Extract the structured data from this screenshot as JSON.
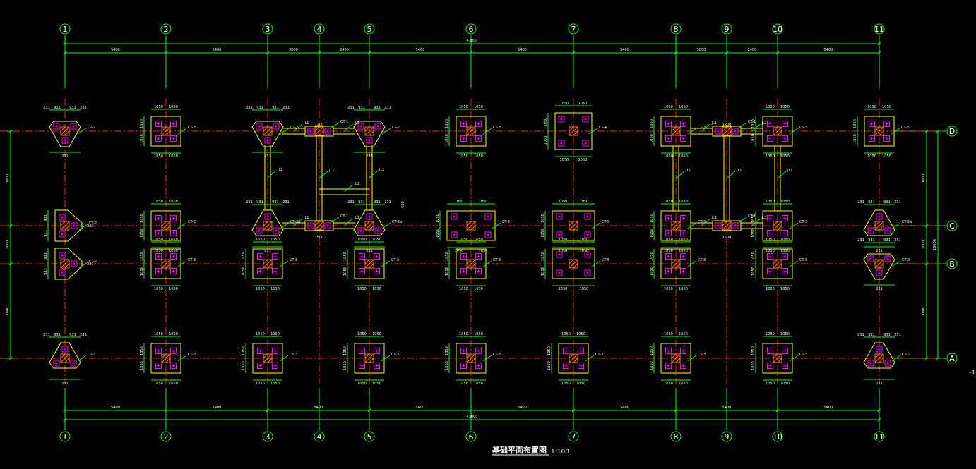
{
  "drawing": {
    "title": "基础平面布置图",
    "scale": "1:100",
    "edge_mark": "-1.",
    "colors": {
      "background": "#000000",
      "grid_line": "#00ff00",
      "axis_line": "#ff2020",
      "footing": "#ffff00",
      "pile": "#ff00ff",
      "cap_hatch": "#ff8000",
      "text": "#ffffff"
    }
  },
  "grid": {
    "columns": [
      "1",
      "2",
      "3",
      "4",
      "5",
      "6",
      "7",
      "8",
      "9",
      "10",
      "11"
    ],
    "rows": [
      "D",
      "C",
      "B",
      "A"
    ],
    "overall_dim": "43800",
    "top_dims": [
      "5400",
      "5400",
      "3000",
      "2400",
      "5400",
      "5400",
      "5400",
      "3000",
      "2400",
      "5400"
    ],
    "bottom_dims": [
      "5400",
      "5400",
      "5400",
      "5400",
      "5400",
      "5400",
      "5400",
      "5400"
    ],
    "right_dims": [
      "7800",
      "3000",
      "7800"
    ],
    "right_total": "18600",
    "left_dims": [
      "7800",
      "3000",
      "7800"
    ]
  },
  "labels": {
    "cap_small": "CT-3",
    "cap_tri": "CT-2",
    "cap_tri_a": "CT-2a",
    "cap_big": "CT-5",
    "cap_sq": "CT-4",
    "cap_strip": "CT-1",
    "beam": "JL1",
    "dim_a": "1050",
    "dim_b": "1200",
    "dim_c": "931",
    "dim_d": "231",
    "dim_e": "1500",
    "dim_f": "500"
  }
}
